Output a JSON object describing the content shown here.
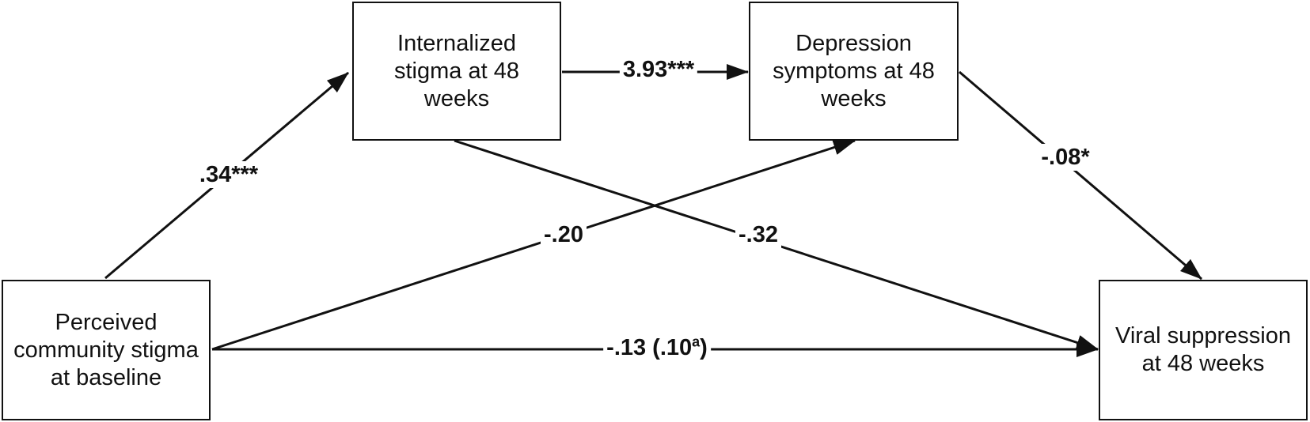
{
  "nodes": {
    "perceived_stigma": "Perceived community stigma at baseline",
    "internalized_stigma": "Internalized stigma at 48 weeks",
    "depression": "Depression symptoms at 48 weeks",
    "viral_suppression": "Viral suppression at 48 weeks"
  },
  "paths": {
    "perceived_to_internalized": ".34***",
    "internalized_to_depression": "3.93***",
    "depression_to_viral": "-.08*",
    "perceived_to_depression": "-.20",
    "internalized_to_viral": "-.32",
    "perceived_to_viral_main": "-.13 (.10",
    "perceived_to_viral_sup": "a",
    "perceived_to_viral_close": ")"
  },
  "colors": {
    "line": "#111111",
    "background": "#ffffff"
  }
}
